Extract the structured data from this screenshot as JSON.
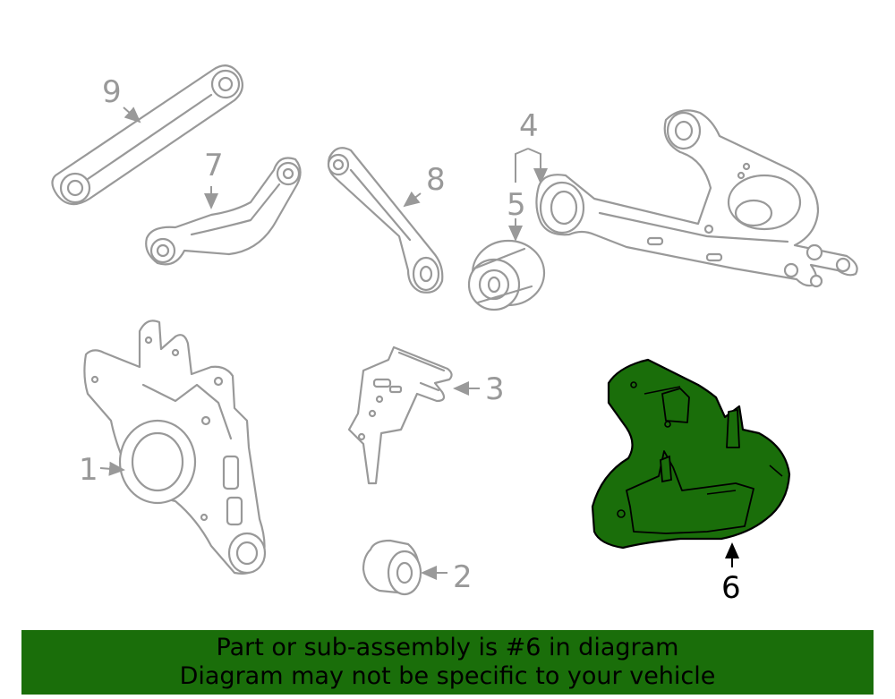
{
  "callouts": {
    "n1": "1",
    "n2": "2",
    "n3": "3",
    "n4": "4",
    "n5": "5",
    "n6": "6",
    "n7": "7",
    "n8": "8",
    "n9": "9"
  },
  "highlighted_part": "6",
  "banner": {
    "line1": "Part or sub-assembly is #6 in diagram",
    "line2": "Diagram may not be specific to your vehicle"
  },
  "colors": {
    "highlight": "#1a6e0a",
    "banner": "#1a6e0a",
    "line_art": "#999999"
  }
}
